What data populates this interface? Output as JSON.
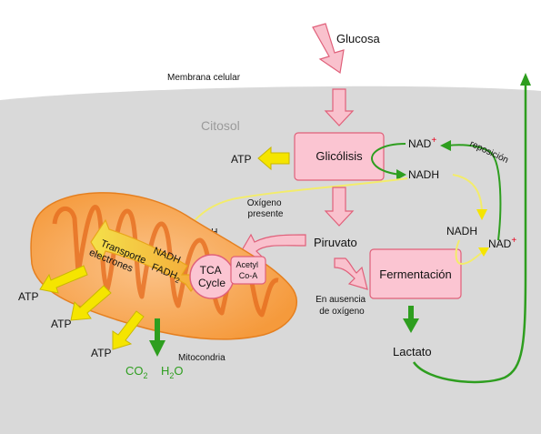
{
  "labels": {
    "glucosa": "Glucosa",
    "membrana": "Membrana celular",
    "citosol": "Citosol",
    "glicolisis": "Glicólisis",
    "atp_glicolisis": "ATP",
    "nad_top": "NAD",
    "nad_top_sup": "+",
    "nadh_top": "NADH",
    "reposicion": "reposición",
    "oxigeno_line1": "Oxígeno",
    "oxigeno_line2": "presente",
    "nadh_mito": "NADH",
    "piruvato": "Piruvato",
    "nadh_right": "NADH",
    "nad_right": "NAD",
    "nad_right_sup": "+",
    "fermentacion": "Fermentación",
    "ausencia_line1": "En ausencia",
    "ausencia_line2": "de oxígeno",
    "lactato": "Lactato",
    "transporte_line1": "Transporte",
    "transporte_line2": "electrones",
    "nadh_chain": "NADH",
    "fadh2": "FADH",
    "fadh2_sub": "2",
    "tca_line1": "TCA",
    "tca_line2": "Cycle",
    "acetyl_line1": "Acetyl",
    "acetyl_line2": "Co-A",
    "mitocondria": "Mitocondria",
    "atp_1": "ATP",
    "atp_2": "ATP",
    "atp_3": "ATP",
    "co2": "CO",
    "co2_sub": "2",
    "h2o_h": "H",
    "h2o_sub": "2",
    "h2o_o": "O"
  },
  "colors": {
    "cytosol": "#d9d9d9",
    "box_fill": "#fbc5d2",
    "box_stroke": "#e0607a",
    "pink_arrow": "#f9c1cd",
    "green": "#2e9e1f",
    "yellow": "#f5e500",
    "yellow_light": "#f3ec6b",
    "mito_outer": "#f7a34a",
    "mito_inner": "#f07f2a",
    "plus_red": "#e8001c",
    "chem_green": "#2e9e1f"
  }
}
